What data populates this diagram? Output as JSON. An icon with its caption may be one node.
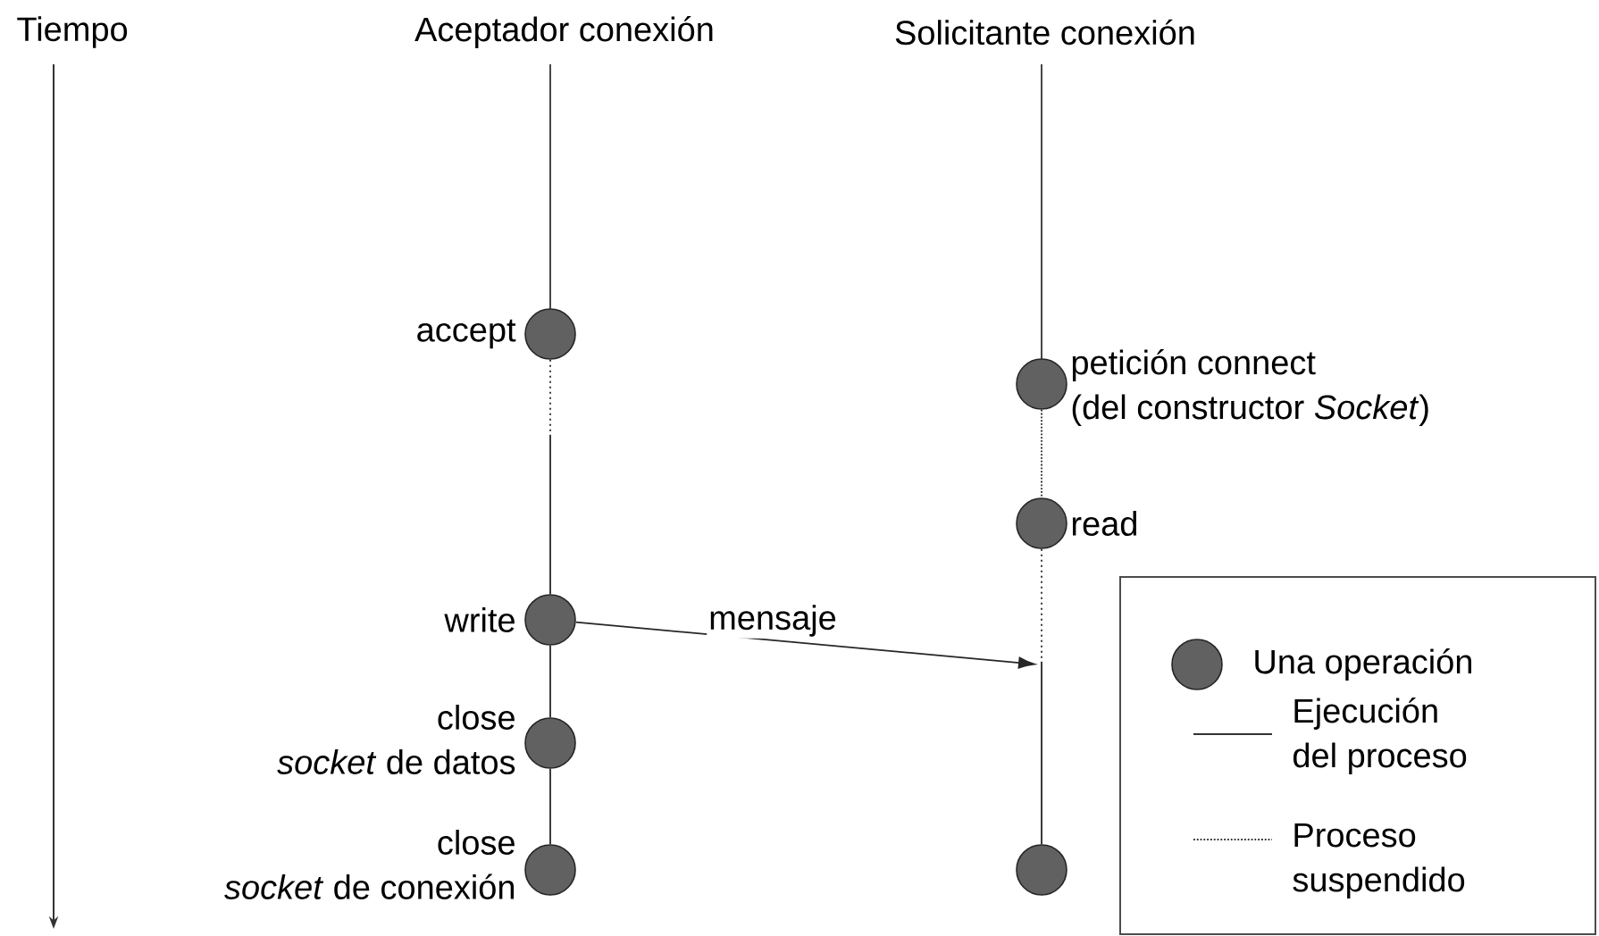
{
  "diagram": {
    "nodes": [
      {
        "text": [],
        "shape": "circle",
        "beside": [
          "accept"
        ]
      },
      {
        "text": [],
        "shape": "circle",
        "beside": [
          "petición connect (del constructor *Socket*)"
        ]
      },
      {
        "text": [],
        "shape": "circle",
        "beside": [
          "read"
        ]
      },
      {
        "text": [],
        "shape": "circle",
        "beside": [
          "write"
        ]
      },
      {
        "text": [],
        "shape": "circle",
        "beside": [
          "close *socket* de datos"
        ]
      },
      {
        "text": [],
        "shape": "circle",
        "beside": [
          "close *socket* de conexión"
        ]
      },
      {
        "text": [],
        "shape": "circle"
      }
    ],
    "edges": [
      {
        "from": 0,
        "to": 3,
        "arrow": "none",
        "style": "dashed"
      },
      {
        "from": 3,
        "to": 4,
        "arrow": "none"
      },
      {
        "from": 4,
        "to": 5,
        "arrow": "none"
      },
      {
        "from": 1,
        "to": 2,
        "arrow": "none",
        "style": "dashed"
      },
      {
        "from": 2,
        "to": 6,
        "arrow": "none",
        "style": "dashed"
      },
      {
        "from": 3,
        "to": null,
        "arrow": "to",
        "label": "mensaje"
      }
    ],
    "labels": [
      "Tiempo",
      "Aceptador conexión",
      "Solicitante conexión"
    ],
    "legend": [
      {
        "text": "Una operación"
      },
      {
        "text": "Ejecución del proceso"
      },
      {
        "text": "Proceso suspendido"
      }
    ]
  }
}
